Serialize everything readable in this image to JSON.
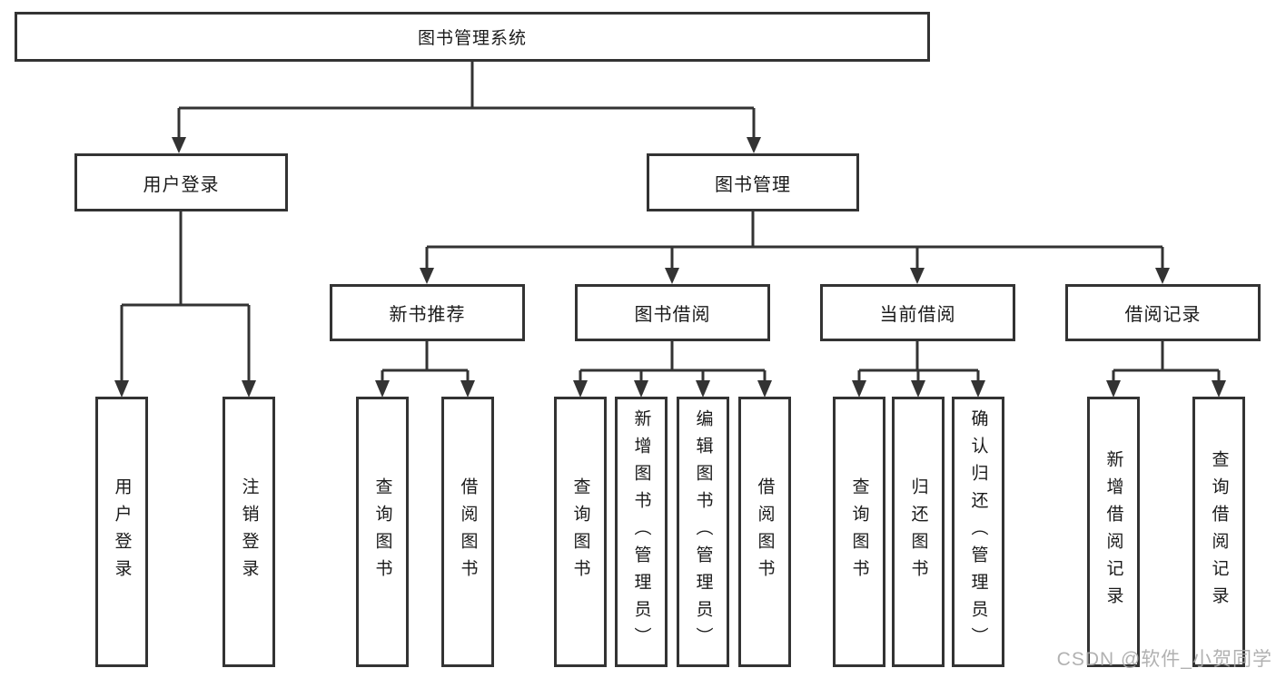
{
  "diagram": {
    "root": {
      "label": "图书管理系统"
    },
    "branches": [
      {
        "label": "用户登录",
        "children": [
          {
            "label": "用户登录"
          },
          {
            "label": "注销登录"
          }
        ]
      },
      {
        "label": "图书管理",
        "children": [
          {
            "label": "新书推荐",
            "children": [
              {
                "label": "查询图书"
              },
              {
                "label": "借阅图书"
              }
            ]
          },
          {
            "label": "图书借阅",
            "children": [
              {
                "label": "查询图书"
              },
              {
                "label": "新增图书（管理员）"
              },
              {
                "label": "编辑图书（管理员）"
              },
              {
                "label": "借阅图书"
              }
            ]
          },
          {
            "label": "当前借阅",
            "children": [
              {
                "label": "查询图书"
              },
              {
                "label": "归还图书"
              },
              {
                "label": "确认归还（管理员）"
              }
            ]
          },
          {
            "label": "借阅记录",
            "children": [
              {
                "label": "新增借阅记录"
              },
              {
                "label": "查询借阅记录"
              }
            ]
          }
        ]
      }
    ]
  },
  "watermark": "CSDN @软件_小贺同学",
  "colors": {
    "line": "#333333",
    "text": "#1a1a1a",
    "background": "#ffffff",
    "watermark": "#a9a9a9"
  }
}
